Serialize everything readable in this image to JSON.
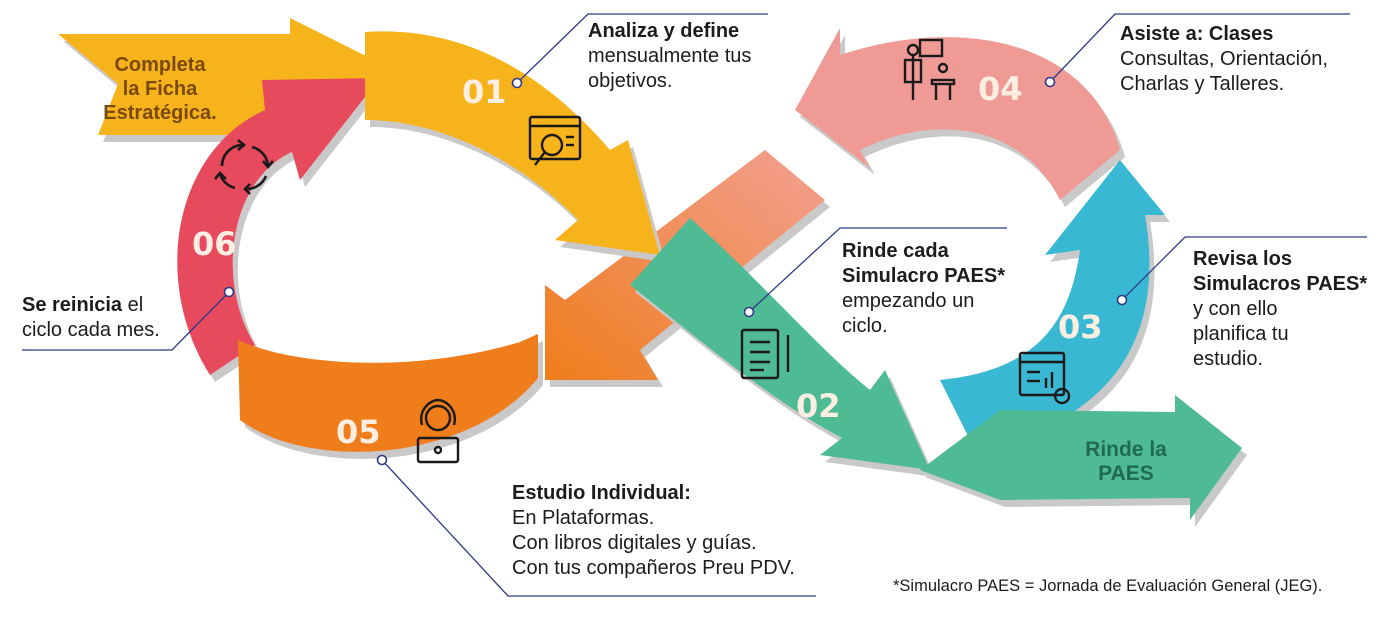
{
  "stages": {
    "s01": {
      "number": "01",
      "title": "Analiza y define",
      "lines": [
        "mensualmente tus",
        "objetivos."
      ],
      "color": "#f7b31b",
      "icon": "website-analysis-icon"
    },
    "s02": {
      "number": "02",
      "title_lines": [
        "Rinde cada",
        "Simulacro PAES*"
      ],
      "lines": [
        "empezando un",
        "ciclo."
      ],
      "color": "#4fbb95",
      "icon": "test-form-icon"
    },
    "s03": {
      "number": "03",
      "title_lines": [
        "Revisa los",
        "Simulacros PAES*"
      ],
      "lines": [
        "y con ello",
        "planifica tu",
        "estudio."
      ],
      "color": "#37b8d2",
      "icon": "planning-chart-icon"
    },
    "s04": {
      "number": "04",
      "title": "Asiste a: Clases",
      "lines": [
        "Consultas, Orientación,",
        "Charlas y Talleres."
      ],
      "color": "#ef9a94",
      "icon": "teacher-class-icon"
    },
    "s05": {
      "number": "05",
      "title": "Estudio Individual:",
      "lines": [
        "En Plataformas.",
        "Con libros digitales y guías.",
        "Con tus compañeros Preu PDV."
      ],
      "color": "#ef7d1c",
      "icon": "student-laptop-icon"
    },
    "s06": {
      "number": "06",
      "bold": "Se reinicia",
      "rest": " el",
      "lines": [
        "ciclo cada mes."
      ],
      "color": "#e7485d",
      "icon": "refresh-cycle-icon"
    }
  },
  "start": {
    "lines": [
      "Completa",
      "la Ficha",
      "Estratégica."
    ]
  },
  "finish": {
    "lines": [
      "Rinde la",
      "PAES"
    ]
  },
  "footnote": "*Simulacro PAES = Jornada de Evaluación General (JEG).",
  "colors": {
    "connector": "#2e3a87",
    "number_text": "#fdeee2",
    "start_text": "#7a4a08",
    "finish_text": "#1f6a50",
    "text": "#1c1c1c"
  }
}
